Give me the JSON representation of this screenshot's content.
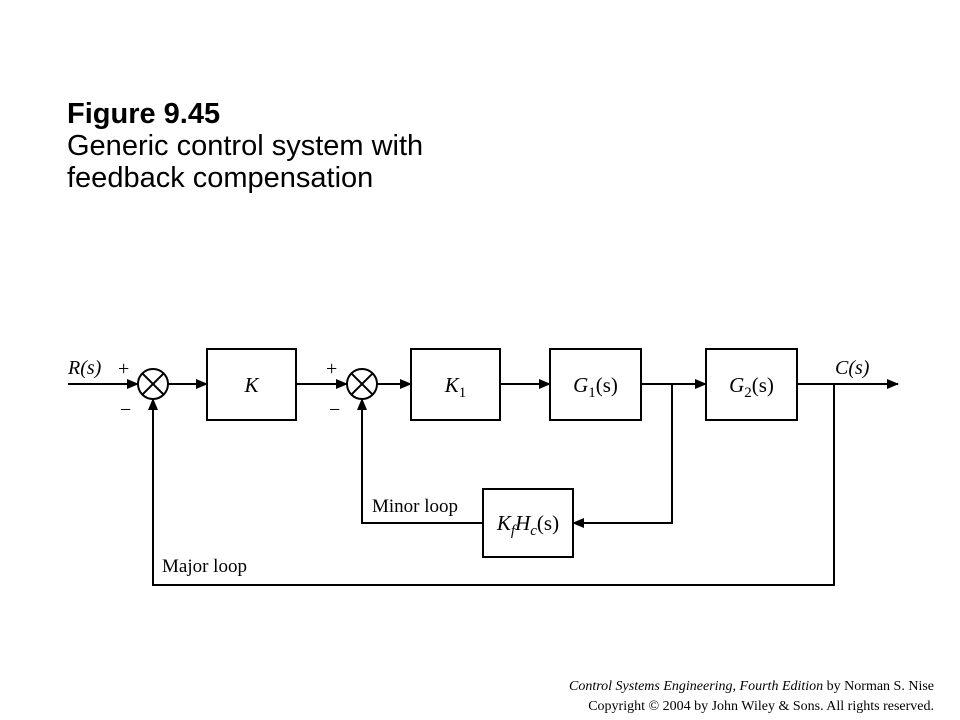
{
  "figure": {
    "number": "Figure 9.45",
    "caption": "Generic control system with feedback compensation"
  },
  "diagram": {
    "input_label": "R(s)",
    "output_label": "C(s)",
    "blocks": {
      "gain": "K",
      "inner_gain_main": "K",
      "inner_gain_sub": "1",
      "g1_main": "G",
      "g1_sub": "1",
      "g1_arg": "(s)",
      "g2_main": "G",
      "g2_sub": "2",
      "g2_arg": "(s)",
      "feedback_k": "K",
      "feedback_k_sub": "f",
      "feedback_h": "H",
      "feedback_h_sub": "c",
      "feedback_arg": "(s)"
    },
    "summing_junctions": {
      "first": {
        "top_sign": "+",
        "bottom_sign": "−"
      },
      "second": {
        "top_sign": "+",
        "bottom_sign": "−"
      }
    },
    "loop_labels": {
      "minor": "Minor loop",
      "major": "Major loop"
    }
  },
  "credit": {
    "book_title": "Control Systems Engineering, Fourth Edition",
    "author": " by Norman S. Nise",
    "copyright": "Copyright © 2004 by John Wiley & Sons. All rights reserved."
  }
}
